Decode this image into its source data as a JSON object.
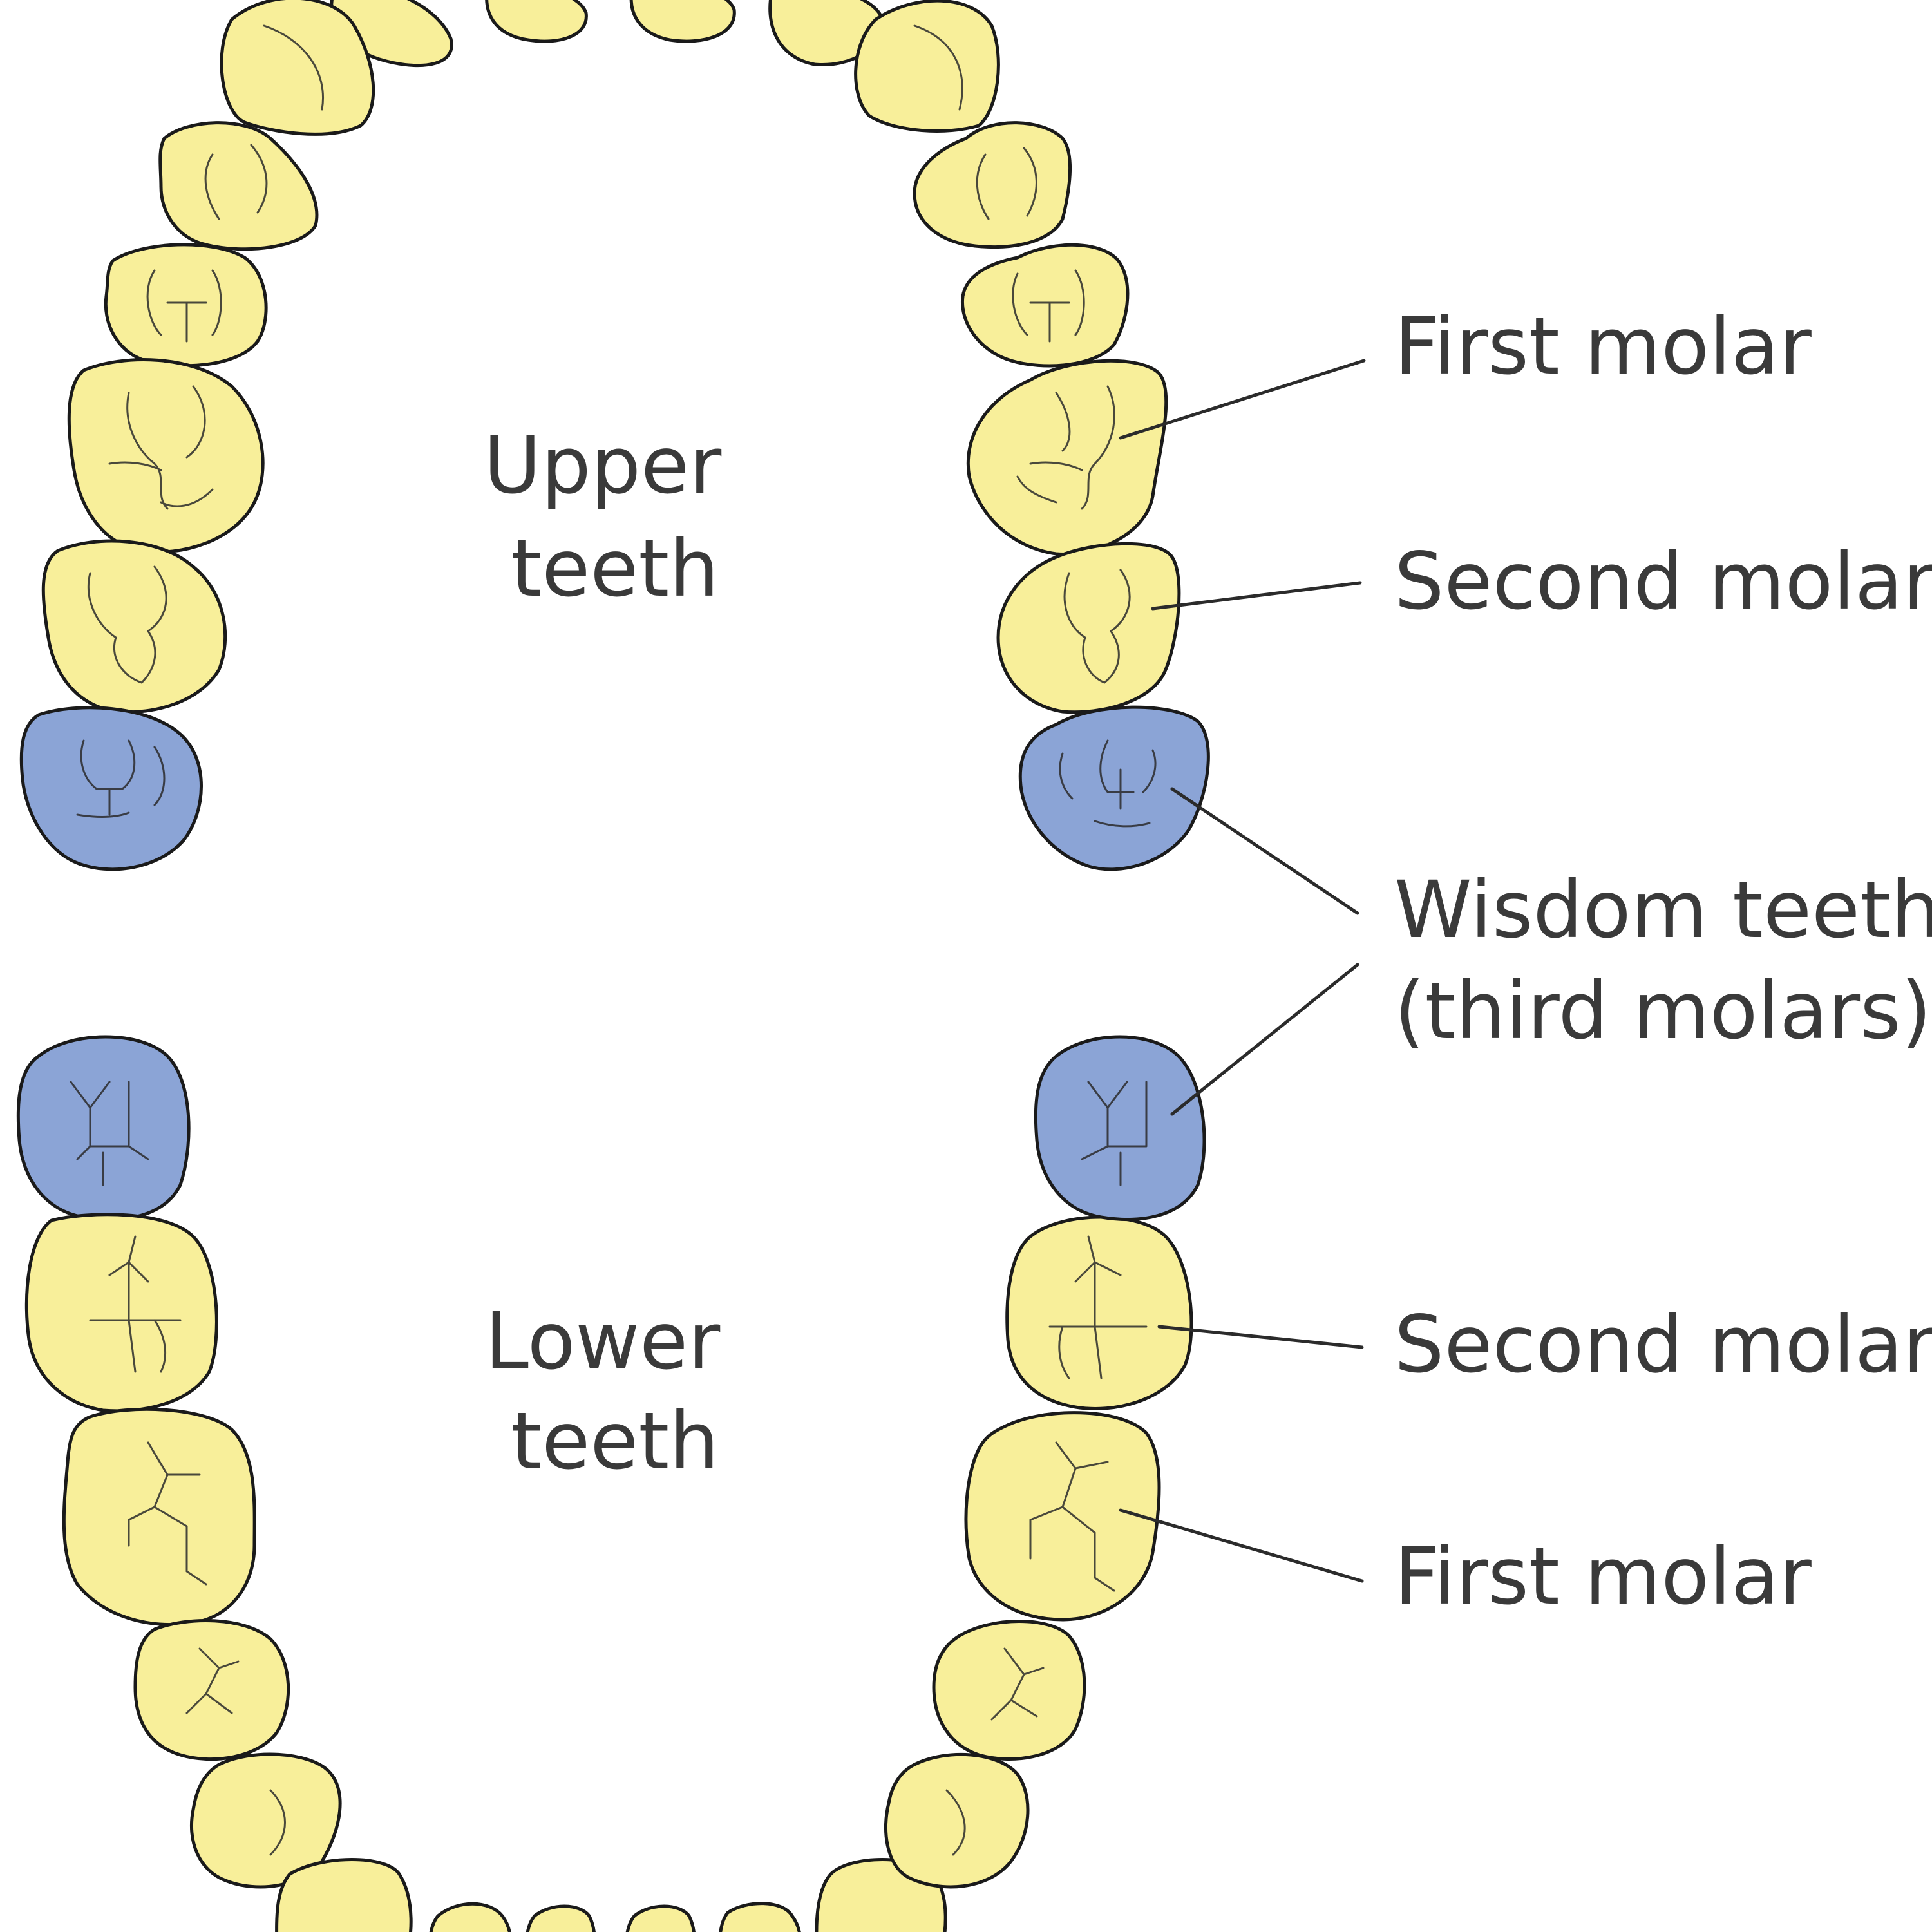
{
  "colors": {
    "tooth_fill": "#f8ef9a",
    "wisdom_fill": "#8ba4d6",
    "outline": "#1a1a1a",
    "label_text": "#3a3a3a"
  },
  "jaws": {
    "upper": {
      "line1": "Upper",
      "line2": "teeth"
    },
    "lower": {
      "line1": "Lower",
      "line2": "teeth"
    }
  },
  "labels": {
    "upper_first_molar": "First molar",
    "upper_second_molar": "Second molar",
    "wisdom_line1": "Wisdom teeth",
    "wisdom_line2": "(third molars)",
    "lower_second_molar": "Second molar",
    "lower_first_molar": "First molar"
  }
}
